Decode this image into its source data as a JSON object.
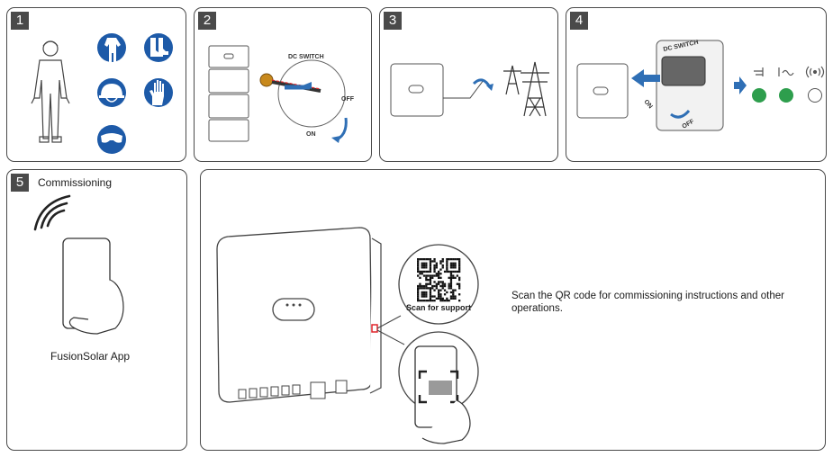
{
  "steps": [
    {
      "number": "1"
    },
    {
      "number": "2",
      "switch_title": "DC SWITCH",
      "off": "OFF",
      "on": "ON"
    },
    {
      "number": "3"
    },
    {
      "number": "4",
      "switch_title": "DC SWITCH",
      "off": "OFF",
      "on": "ON"
    },
    {
      "number": "5",
      "title": "Commissioning",
      "app_name": "FusionSolar App"
    }
  ],
  "qr": {
    "label": "Scan for support",
    "instructions": "Scan the QR code for commissioning instructions and other operations."
  },
  "colors": {
    "border": "#4a4a4a",
    "ppe_blue": "#1d5aa8",
    "arrow_blue": "#2f6fb5",
    "led_green": "#2e9e4d",
    "highlight_red": "#e0252b"
  },
  "icons": [
    "worker-icon",
    "protective-suit-icon",
    "safety-boots-icon",
    "helmet-icon",
    "gloves-icon",
    "goggles-icon",
    "wifi-icon",
    "phone-icon",
    "qr-code-icon",
    "transmission-tower-icon"
  ]
}
